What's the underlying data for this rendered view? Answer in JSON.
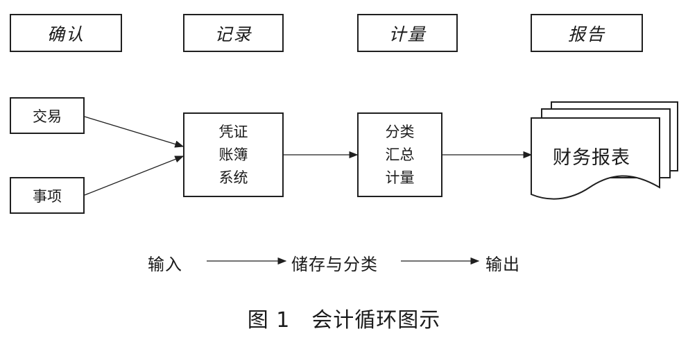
{
  "phases": [
    {
      "id": "confirm",
      "label": "确认"
    },
    {
      "id": "record",
      "label": "记录"
    },
    {
      "id": "measure",
      "label": "计量"
    },
    {
      "id": "report",
      "label": "报告"
    }
  ],
  "inputs": {
    "transaction": "交易",
    "matter": "事项"
  },
  "nodes": {
    "voucher_system": "凭证\n账簿\n系统",
    "classify_summary": "分类\n汇总\n计量",
    "financial_report": "财务报表"
  },
  "flow": {
    "input": "输入",
    "storage": "储存与分类",
    "output": "输出"
  },
  "caption": "图 1　会计循环图示",
  "colors": {
    "stroke": "#1f1f1f",
    "text": "#1a1a1a",
    "background": "#ffffff"
  }
}
